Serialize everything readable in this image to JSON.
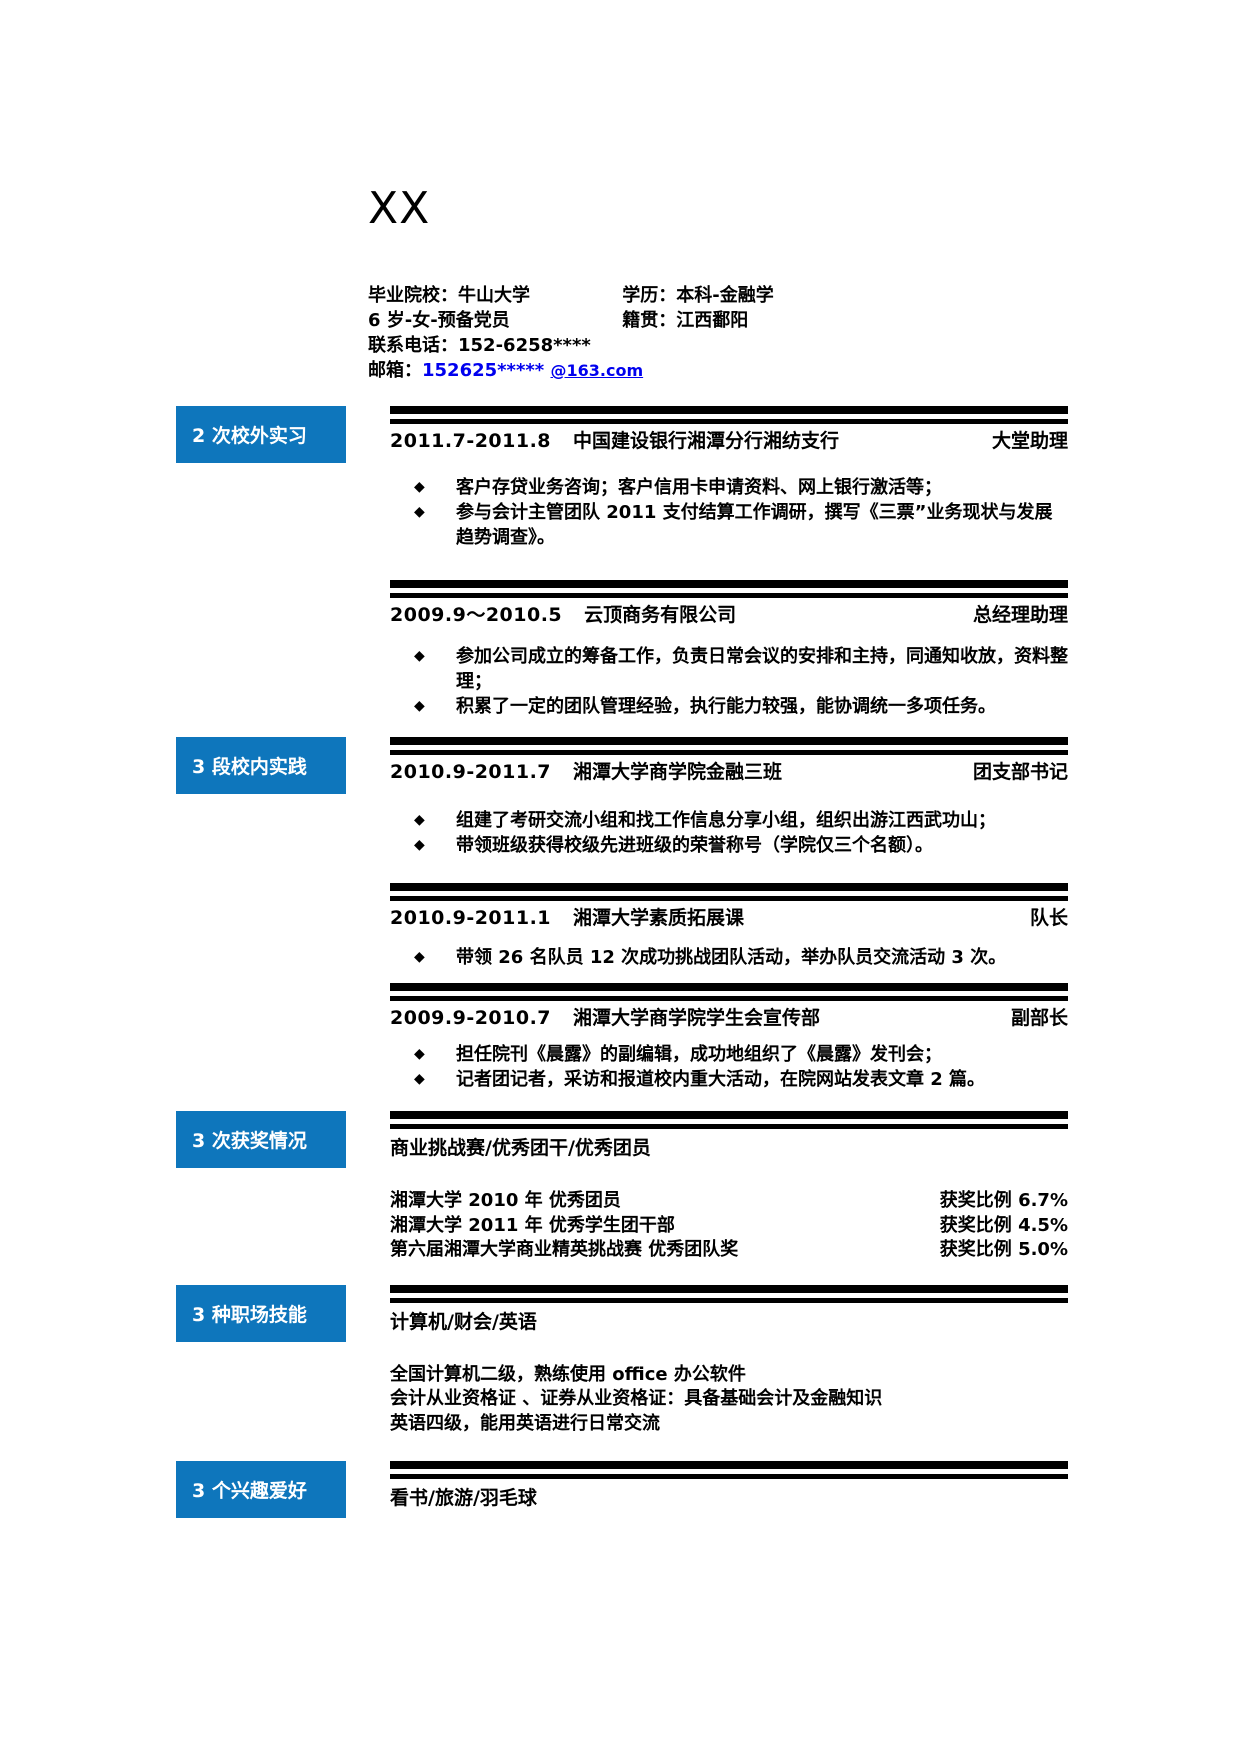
{
  "colors": {
    "accent_blue": "#0e76bc",
    "link_blue": "#0000ee",
    "text": "#000000"
  },
  "bullet_glyph": "◆",
  "header": {
    "name": "XX",
    "school": "毕业院校：牛山大学",
    "degree": "学历：本科-金融学",
    "personal": "6 岁-女-预备党员",
    "origin": "籍贯：江西鄱阳",
    "phone": "联系电话：152-6258****",
    "email_prefix": "邮箱：",
    "email_user": "152625*****",
    "email_domain": "@163.com"
  },
  "sections": {
    "internship": {
      "label": "2 次校外实习",
      "entries": [
        {
          "date": "2011.7-2011.8",
          "org": "中国建设银行湘潭分行湘纺支行",
          "role": "大堂助理",
          "bullets": [
            "客户存贷业务咨询；客户信用卡申请资料、网上银行激活等；",
            "参与会计主管团队 2011 支付结算工作调研，撰写《三票”业务现状与发展趋势调查》。"
          ]
        },
        {
          "date": "2009.9～2010.5",
          "org": "云顶商务有限公司",
          "role": "总经理助理",
          "bullets": [
            "参加公司成立的筹备工作，负责日常会议的安排和主持，同通知收放，资料整理；",
            "积累了一定的团队管理经验，执行能力较强，能协调统一多项任务。"
          ]
        }
      ]
    },
    "campus": {
      "label": "3 段校内实践",
      "entries": [
        {
          "date": "2010.9-2011.7",
          "org": "湘潭大学商学院金融三班",
          "role": "团支部书记",
          "bullets": [
            "组建了考研交流小组和找工作信息分享小组，组织出游江西武功山；",
            "带领班级获得校级先进班级的荣誉称号（学院仅三个名额）。"
          ]
        },
        {
          "date": "2010.9-2011.1",
          "org": "湘潭大学素质拓展课",
          "role": "队长",
          "bullets": [
            "带领 26 名队员 12 次成功挑战团队活动，举办队员交流活动 3 次。"
          ]
        },
        {
          "date": "2009.9-2010.7",
          "org": "湘潭大学商学院学生会宣传部",
          "role": "副部长",
          "bullets": [
            "担任院刊《晨露》的副编辑，成功地组织了《晨露》发刊会；",
            "记者团记者，采访和报道校内重大活动，在院网站发表文章 2 篇。"
          ]
        }
      ]
    },
    "awards": {
      "label": "3 次获奖情况",
      "heading": "商业挑战赛/优秀团干/优秀团员",
      "items": [
        {
          "name": "湘潭大学 2010 年 优秀团员",
          "ratio": "获奖比例 6.7%"
        },
        {
          "name": "湘潭大学 2011 年  优秀学生团干部",
          "ratio": "获奖比例 4.5%"
        },
        {
          "name": "第六届湘潭大学商业精英挑战赛 优秀团队奖",
          "ratio": "获奖比例 5.0%"
        }
      ]
    },
    "skills": {
      "label": "3 种职场技能",
      "heading": "计算机/财会/英语",
      "items": [
        "全国计算机二级，熟练使用 office 办公软件",
        "会计从业资格证 、证券从业资格证：具备基础会计及金融知识",
        "英语四级，能用英语进行日常交流"
      ]
    },
    "hobbies": {
      "label": "3 个兴趣爱好",
      "heading": "看书/旅游/羽毛球"
    }
  }
}
